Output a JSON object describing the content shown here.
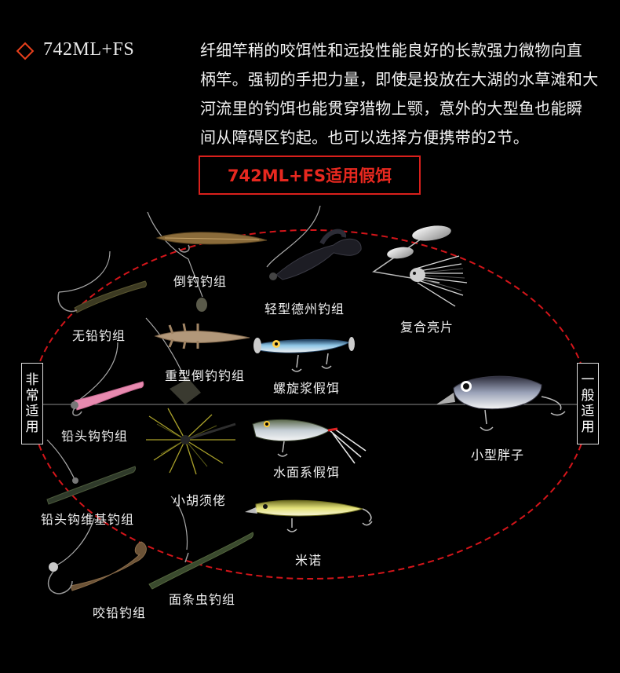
{
  "header": {
    "model": "742ML+FS",
    "description_lines": [
      "纤细竿稍的咬饵性和远投性能良好的长款强力微物向直",
      "柄竿。强韧的手把力量，即使是投放在大湖的水草滩和大",
      "河流里的钓饵也能贯穿猎物上颚，意外的大型鱼也能瞬",
      "间从障碍区钓起。也可以选择方便携带的2节。"
    ]
  },
  "banner": {
    "text": "742ML+FS适用假饵"
  },
  "scale": {
    "left_label": [
      "非",
      "常",
      "适",
      "用"
    ],
    "right_label": [
      "一",
      "般",
      "适",
      "用"
    ]
  },
  "lures": [
    {
      "id": "dropshot",
      "label": "倒钓钓组"
    },
    {
      "id": "light-texas",
      "label": "轻型德州钓组"
    },
    {
      "id": "spinnerbait",
      "label": "复合亮片"
    },
    {
      "id": "no-sinker",
      "label": "无铅钓组"
    },
    {
      "id": "heavy-dropshot",
      "label": "重型倒钓钓组"
    },
    {
      "id": "propbait",
      "label": "螺旋浆假饵"
    },
    {
      "id": "jighead",
      "label": "铅头钩钓组"
    },
    {
      "id": "small-crank",
      "label": "小型胖子"
    },
    {
      "id": "small-rubber-jig",
      "label": "小胡须佬"
    },
    {
      "id": "topwater",
      "label": "水面系假饵"
    },
    {
      "id": "jighead-wacky",
      "label": "铅头钩维基钓组"
    },
    {
      "id": "minnow",
      "label": "米诺"
    },
    {
      "id": "noodle-worm",
      "label": "面条虫钓组"
    },
    {
      "id": "bite-sinker",
      "label": "咬铅钓组"
    }
  ],
  "colors": {
    "accent": "#e7281f",
    "diamond": "#e8401c",
    "background": "#000000"
  }
}
